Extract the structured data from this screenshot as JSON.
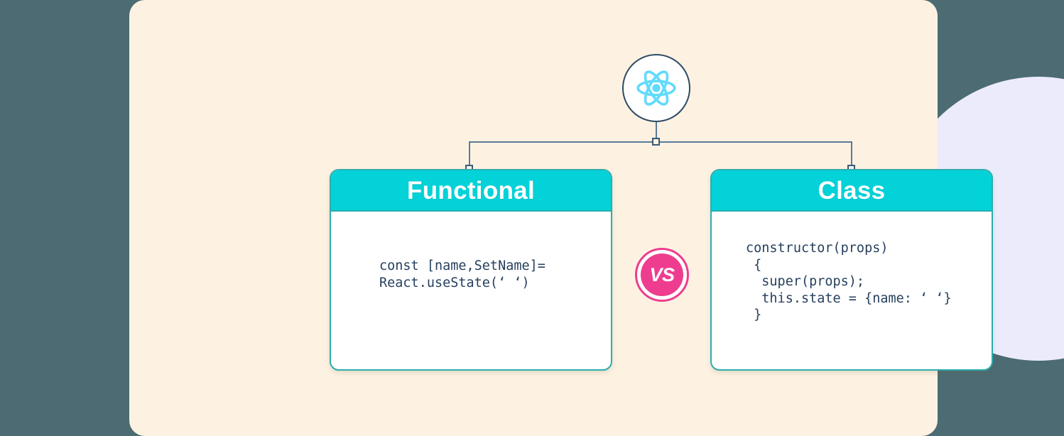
{
  "theme": {
    "background_color": "#4C6B73",
    "panel_color": "#FDF2E2",
    "deco_circle_color": "#ECEBFC",
    "header_color": "#03D2D8",
    "card_border_color": "#2BADAD",
    "card_body_color": "#FFFFFF",
    "code_text_color": "#27405F",
    "connector_color": "#5C7A96",
    "node_border_color": "#3C5A78",
    "vs_badge_color": "#EE3D8F",
    "react_logo_color": "#61DBFB",
    "react_ring_color": "#2E4A66"
  },
  "diagram": {
    "root": {
      "icon": "react-logo-icon",
      "label": "React"
    },
    "connector": {
      "junction_node": "connector-node",
      "left_node": "connector-node",
      "right_node": "connector-node"
    },
    "cards": [
      {
        "title": "Functional",
        "code": "const [name,SetName]=\nReact.useState(‘ ‘)"
      },
      {
        "title": "Class",
        "code": "constructor(props)\n {\n  super(props);\n  this.state = {name: ‘ ‘}\n }"
      }
    ],
    "comparator": {
      "label": "VS"
    }
  }
}
